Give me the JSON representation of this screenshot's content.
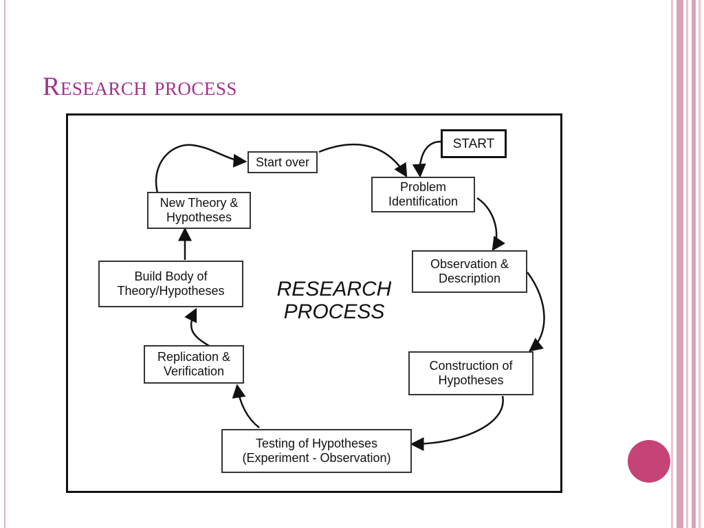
{
  "slide": {
    "title": "Research process",
    "colors": {
      "title": "#a0338c",
      "accent_dot": "#c64377",
      "stripes": "#d9a3b6"
    }
  },
  "diagram": {
    "center_label": "RESEARCH\nPROCESS",
    "nodes": {
      "start": "START",
      "start_over": "Start over",
      "problem": "Problem\nIdentification",
      "observation": "Observation &\nDescription",
      "construction": "Construction of\nHypotheses",
      "testing": "Testing of Hypotheses\n(Experiment - Observation)",
      "replication": "Replication &\nVerification",
      "build_body": "Build Body of\nTheory/Hypotheses",
      "new_theory": "New Theory &\nHypotheses"
    }
  }
}
